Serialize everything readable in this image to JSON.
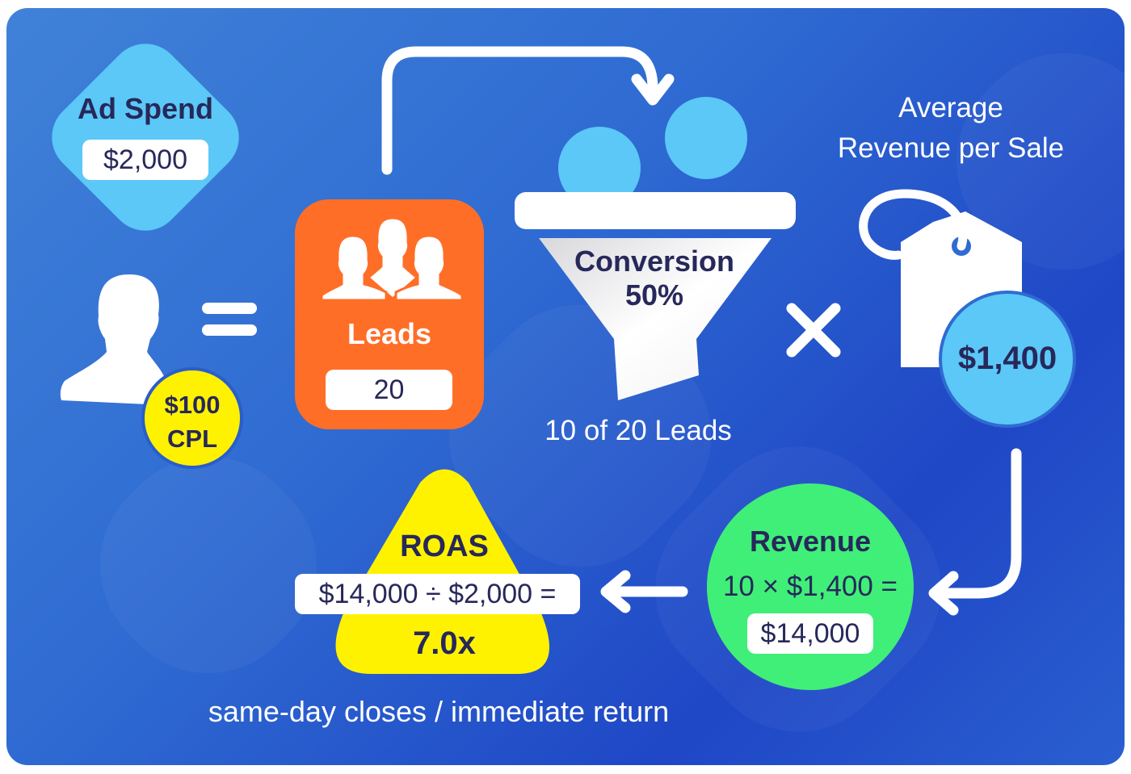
{
  "ad_spend": {
    "label": "Ad Spend",
    "value": "$2,000"
  },
  "cpl": {
    "value": "$100",
    "label": "CPL"
  },
  "leads": {
    "label": "Leads",
    "value": "20"
  },
  "conversion": {
    "label": "Conversion",
    "value": "50%",
    "caption": "10 of 20 Leads"
  },
  "avg_revenue": {
    "line1": "Average",
    "line2": "Revenue per Sale",
    "value": "$1,400"
  },
  "revenue": {
    "label": "Revenue",
    "formula": "10 × $1,400 =",
    "value": "$14,000"
  },
  "roas": {
    "label": "ROAS",
    "formula": "$14,000 ÷ $2,000 =",
    "value": "7.0x"
  },
  "footer": "same-day closes / immediate return",
  "colors": {
    "light_blue": "#5bc8f7",
    "orange": "#ff6e27",
    "yellow": "#fff200",
    "green": "#40ef78",
    "dark_text": "#27285a"
  }
}
